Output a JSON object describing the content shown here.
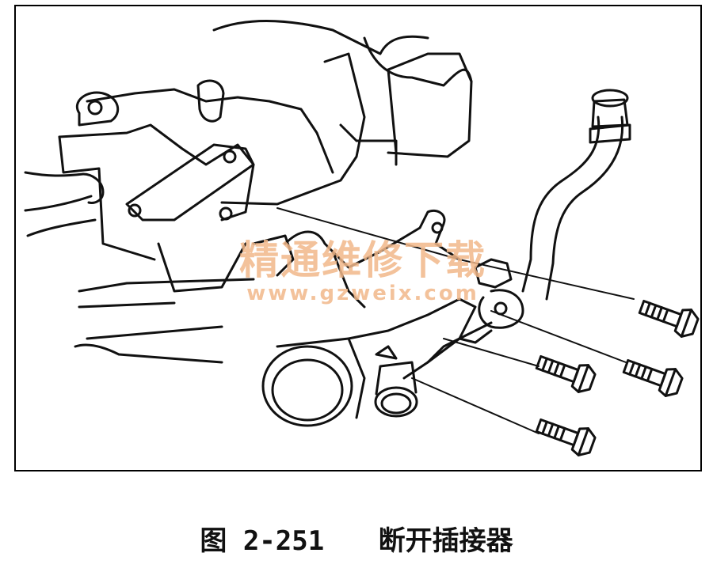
{
  "figure": {
    "caption_number": "图 2-251",
    "caption_title": "断开插接器"
  },
  "watermark": {
    "chinese": "精通维修下载",
    "url": "www.gzweix.com"
  },
  "colors": {
    "line": "#111111",
    "watermark": "#f2b88a",
    "background": "#ffffff"
  },
  "parts": [
    "engine-bracket",
    "hose-clamp",
    "coolant-pipe",
    "coolant-outlet-housing",
    "bolt",
    "bolt",
    "bolt",
    "bolt"
  ]
}
